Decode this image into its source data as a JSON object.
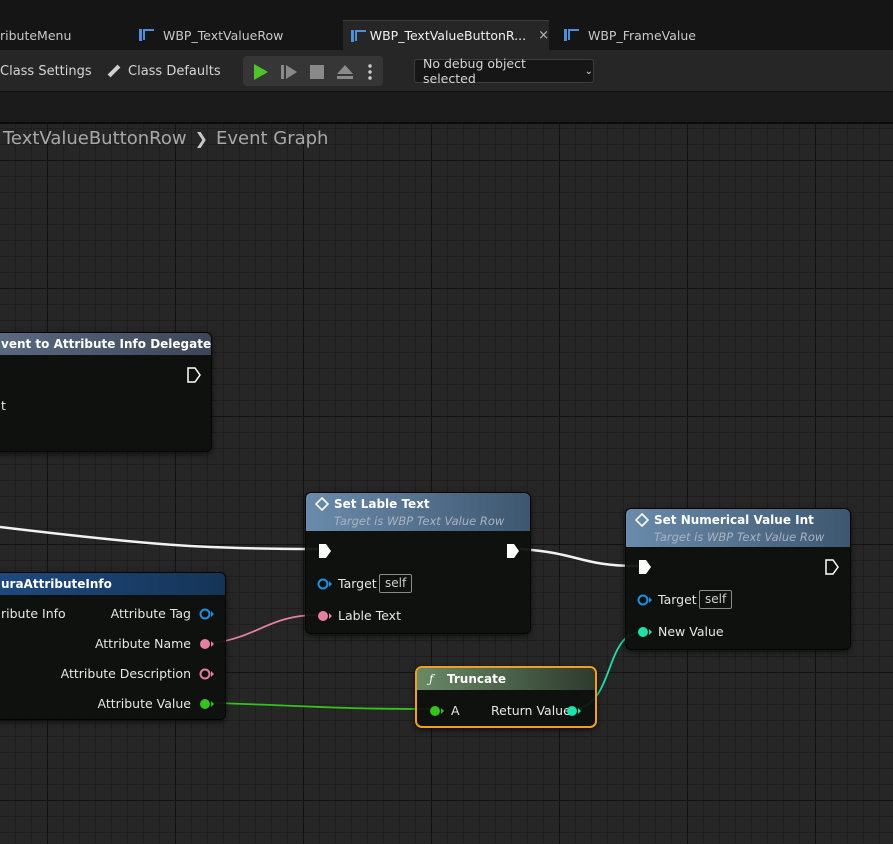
{
  "tabs": [
    {
      "label": "ributeMenu"
    },
    {
      "label": "WBP_TextValueRow"
    },
    {
      "label": "WBP_TextValueButtonR...",
      "close": "×"
    },
    {
      "label": "WBP_FrameValue"
    }
  ],
  "toolbar": {
    "class_settings": "Class Settings",
    "class_defaults": "Class Defaults",
    "debug_select": "No debug object selected"
  },
  "breadcrumb": {
    "asset": "TextValueButtonRow",
    "graph": "Event Graph"
  },
  "nodes": {
    "bind": {
      "title": "vent to Attribute Info Delegate",
      "pin_partial": "t"
    },
    "struct": {
      "title": "uraAttributeInfo",
      "input": "ribute Info",
      "outputs": [
        "Attribute Tag",
        "Attribute Name",
        "Attribute Description",
        "Attribute Value"
      ]
    },
    "set_label": {
      "title": "Set Lable Text",
      "subtitle": "Target is WBP Text Value Row",
      "target": "Target",
      "self": "self",
      "lable_text": "Lable Text"
    },
    "set_numeric": {
      "title": "Set Numerical Value Int",
      "subtitle": "Target is WBP Text Value Row",
      "target": "Target",
      "self": "self",
      "new_value": "New Value"
    },
    "truncate": {
      "title": "Truncate",
      "input": "A",
      "output": "Return Value"
    }
  },
  "colors": {
    "exec_wire": "#ffffff",
    "text_pin": "#e47fa0",
    "float_pin": "#35c21c",
    "int_pin": "#1fe0a8",
    "object_pin": "#1f8fe0",
    "selection": "#f0a020"
  },
  "icons": [
    "blueprint-tab-icon",
    "close-icon",
    "pencil-icon",
    "play-icon",
    "advance-frame-icon",
    "stop-icon",
    "eject-icon",
    "more-icon",
    "chevron-down-icon",
    "function-icon",
    "exec-pin-icon"
  ]
}
